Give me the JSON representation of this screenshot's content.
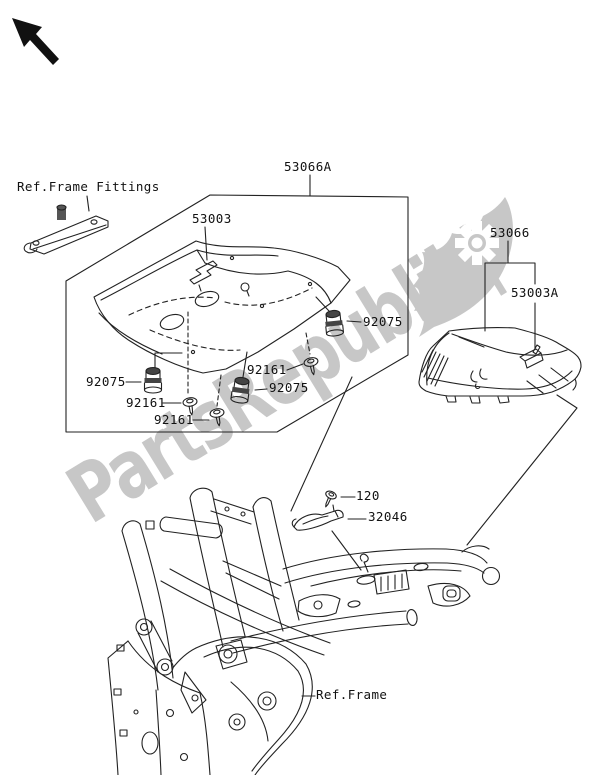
{
  "page": {
    "background": "#ffffff",
    "line_color": "#222222",
    "watermark_color": "#c7c7c7"
  },
  "watermark": {
    "text": "PartsRepublik|",
    "logo_icon": "gear-flag-logo"
  },
  "cursor_icon": "arrow-pointer",
  "callouts": [
    {
      "id": "ref-frame-fittings",
      "text": "Ref.Frame Fittings"
    },
    {
      "id": "53066A",
      "text": "53066A"
    },
    {
      "id": "53003",
      "text": "53003"
    },
    {
      "id": "92075-left",
      "text": "92075"
    },
    {
      "id": "92161-left",
      "text": "92161"
    },
    {
      "id": "92161-bottom",
      "text": "92161"
    },
    {
      "id": "92161-right",
      "text": "92161"
    },
    {
      "id": "92075-mid",
      "text": "92075"
    },
    {
      "id": "92075-top-right",
      "text": "92075"
    },
    {
      "id": "53066",
      "text": "53066"
    },
    {
      "id": "53003A",
      "text": "53003A"
    },
    {
      "id": "120",
      "text": "120"
    },
    {
      "id": "32046",
      "text": "32046"
    },
    {
      "id": "ref-frame",
      "text": "Ref.Frame"
    }
  ]
}
